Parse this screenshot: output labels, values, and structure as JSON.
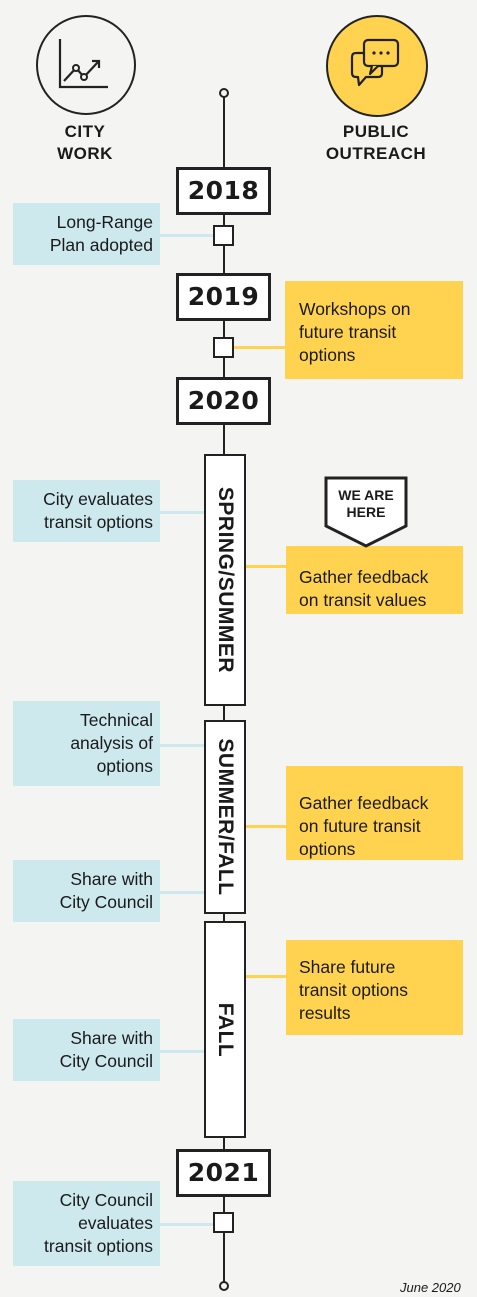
{
  "headers": {
    "left": "CITY\nWORK",
    "right": "PUBLIC\nOUTREACH"
  },
  "icons": {
    "left": "line-chart-icon",
    "right": "speech-bubbles-icon"
  },
  "years": [
    "2018",
    "2019",
    "2020",
    "2021"
  ],
  "periods": [
    "SPRING/SUMMER",
    "SUMMER/FALL",
    "FALL"
  ],
  "city_work": [
    "Long-Range\nPlan adopted",
    "City evaluates\ntransit options",
    "Technical\nanalysis of\noptions",
    "Share with\nCity Council",
    "Share with\nCity Council",
    "City Council\nevaluates\ntransit options"
  ],
  "public_outreach": [
    "Workshops on\nfuture transit\noptions",
    "Gather feedback\non transit values",
    "Gather feedback\non future transit\noptions",
    "Share future\ntransit options\nresults"
  ],
  "badge": "WE ARE\nHERE",
  "footer": "June 2020",
  "colors": {
    "city_work": "#cde9ee",
    "public_outreach": "#ffd24f",
    "ink": "#222222"
  }
}
